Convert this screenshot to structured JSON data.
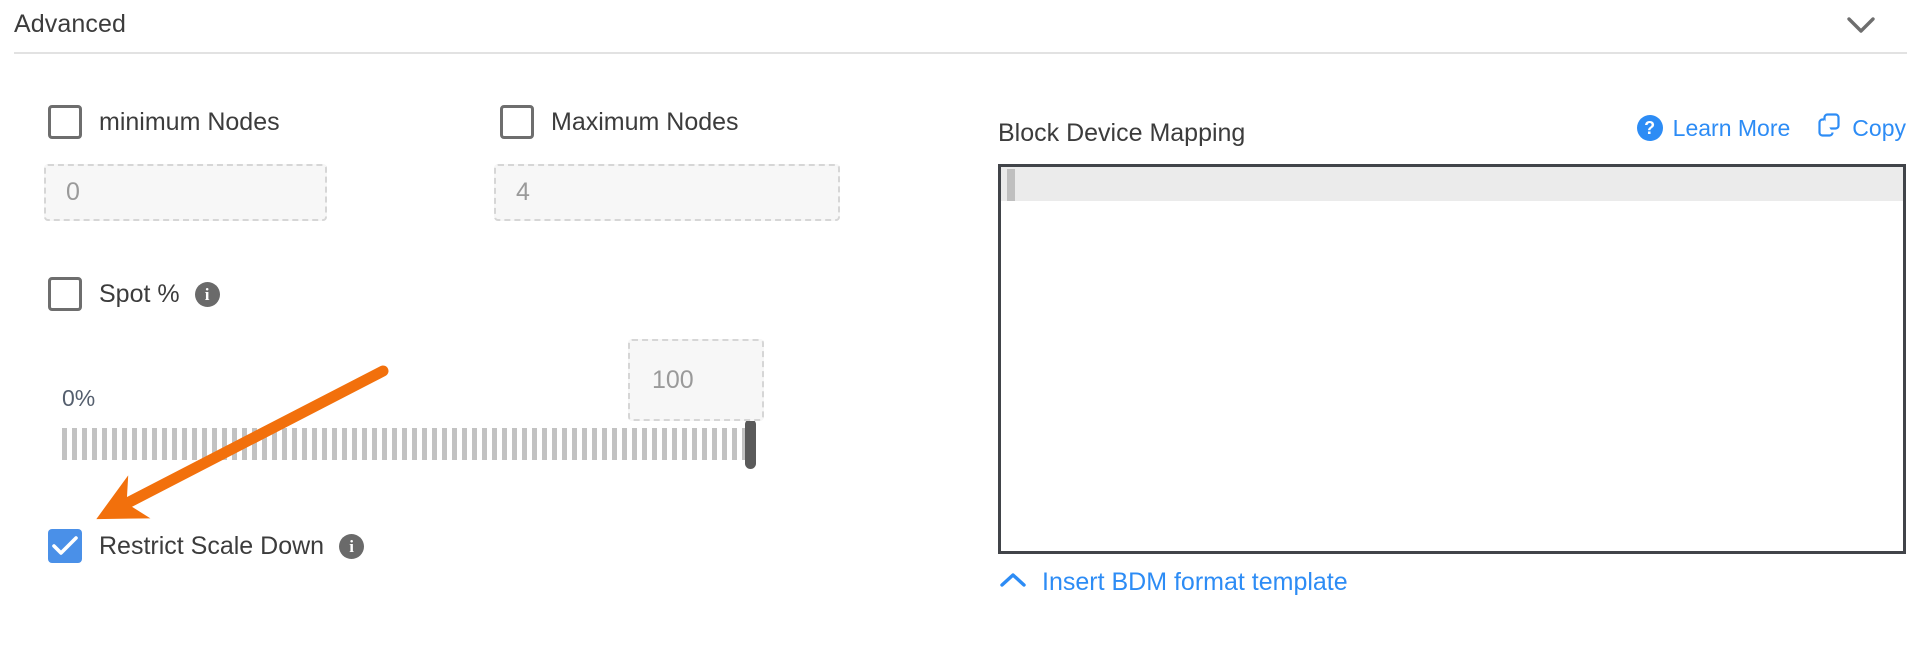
{
  "section": {
    "title": "Advanced",
    "collapse_icon": "chevron-down-icon"
  },
  "left_panel": {
    "min_nodes": {
      "label": "minimum Nodes",
      "checked": false,
      "input_placeholder": "0"
    },
    "max_nodes": {
      "label": "Maximum Nodes",
      "checked": false,
      "input_placeholder": "4"
    },
    "spot": {
      "label": "Spot %",
      "checked": false,
      "info_icon": "info-icon",
      "info_glyph": "i"
    },
    "slider": {
      "min_label": "0%",
      "max_label": "100%",
      "value": 100,
      "value_input_placeholder": "100"
    },
    "restrict_scale_down": {
      "label": "Restrict Scale Down",
      "checked": true,
      "info_icon": "info-icon",
      "info_glyph": "i"
    }
  },
  "right_panel": {
    "title": "Block Device Mapping",
    "learn_more": {
      "label": "Learn More",
      "icon": "question-mark-circle-icon",
      "glyph": "?"
    },
    "copy": {
      "label": "Copy",
      "icon": "copy-icon"
    },
    "editor": {
      "value": ""
    },
    "insert_template": {
      "label": "Insert BDM format template",
      "icon": "chevron-up-icon"
    }
  },
  "annotation": {
    "type": "arrow",
    "color": "#f2700c",
    "points_to": "restrict-scale-down-checkbox"
  },
  "colors": {
    "accent_blue": "#2d8cf5",
    "checkbox_blue": "#4a90e8",
    "annotation_orange": "#f2700c",
    "text_primary": "#3c3c3c",
    "border_dark": "#414449"
  }
}
